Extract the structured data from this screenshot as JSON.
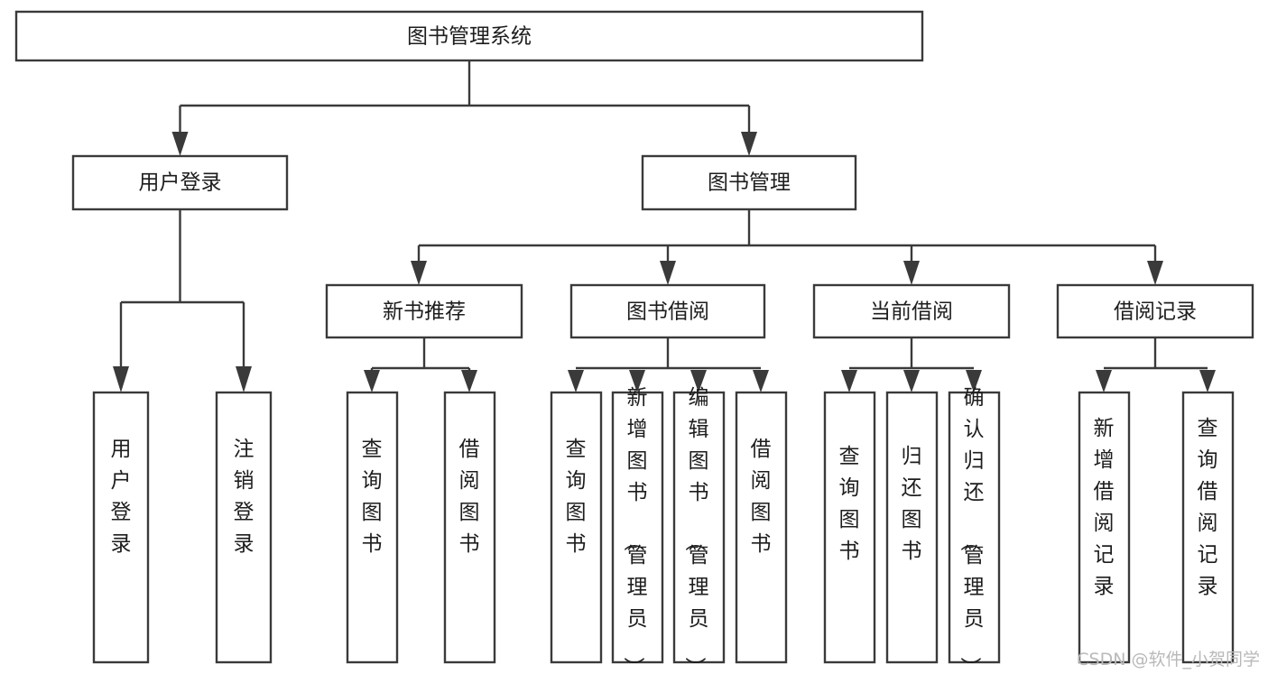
{
  "diagram": {
    "title": "图书管理系统",
    "type": "tree-hierarchy",
    "colors": {
      "box_stroke": "#3a3a3a",
      "box_fill": "#ffffff",
      "connector": "#3a3a3a",
      "text": "#1d1d1d",
      "background": "#ffffff",
      "watermark": "#b9b9b9"
    },
    "root": {
      "label": "图书管理系统"
    },
    "level2": [
      {
        "label": "用户登录"
      },
      {
        "label": "图书管理"
      }
    ],
    "level3": [
      {
        "label": "新书推荐"
      },
      {
        "label": "图书借阅"
      },
      {
        "label": "当前借阅"
      },
      {
        "label": "借阅记录"
      }
    ],
    "leaves": {
      "user_login": [
        {
          "label": "用户登录"
        },
        {
          "label": "注销登录"
        }
      ],
      "new_book_recommend": [
        {
          "label": "查询图书"
        },
        {
          "label": "借阅图书"
        }
      ],
      "book_borrow": [
        {
          "label": "查询图书"
        },
        {
          "label": "新增图书（管理员）"
        },
        {
          "label": "编辑图书（管理员）"
        },
        {
          "label": "借阅图书"
        }
      ],
      "current_borrow": [
        {
          "label": "查询图书"
        },
        {
          "label": "归还图书"
        },
        {
          "label": "确认归还（管理员）"
        }
      ],
      "borrow_record": [
        {
          "label": "新增借阅记录"
        },
        {
          "label": "查询借阅记录"
        }
      ]
    }
  },
  "watermark": {
    "text": "CSDN @软件_小贺同学"
  }
}
